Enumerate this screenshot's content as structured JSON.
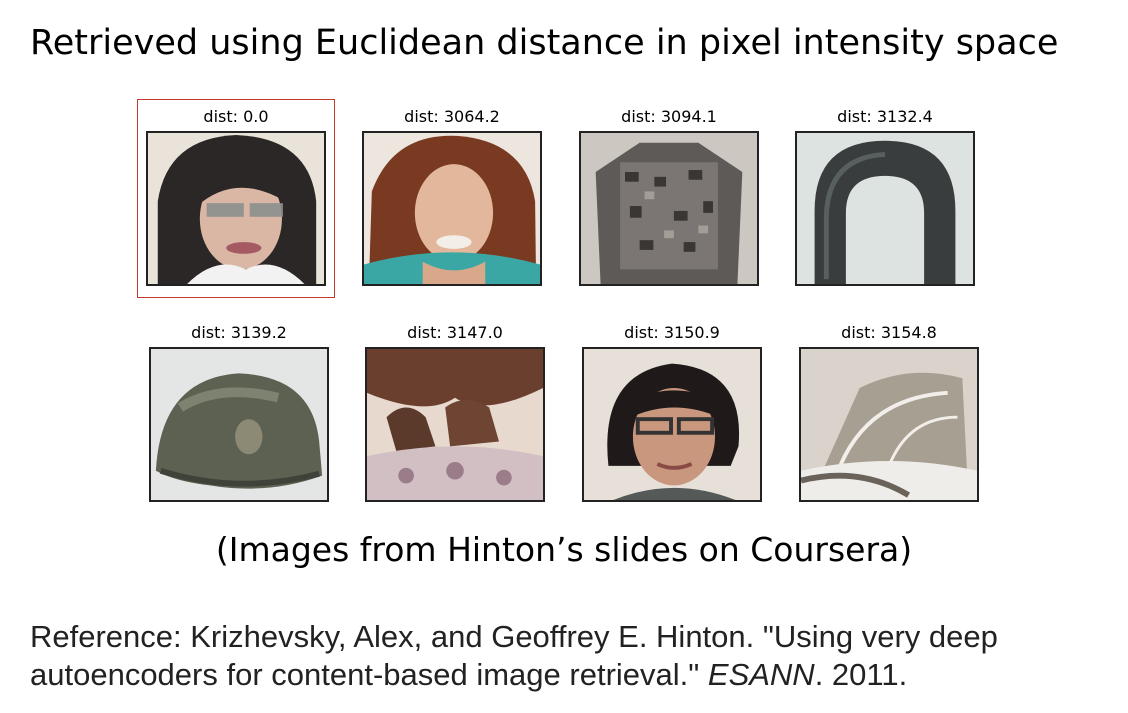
{
  "title": "Retrieved using Euclidean distance in pixel intensity space",
  "results": [
    {
      "dist": "dist: 0.0",
      "image": "face-with-glasses-dark-hair",
      "query": true
    },
    {
      "dist": "dist: 3064.2",
      "image": "face-curly-brown-hair",
      "query": false
    },
    {
      "dist": "dist: 3094.1",
      "image": "gray-jacket",
      "query": false
    },
    {
      "dist": "dist: 3132.4",
      "image": "horseshoe",
      "query": false
    },
    {
      "dist": "dist: 3139.2",
      "image": "helmet",
      "query": false
    },
    {
      "dist": "dist: 3147.0",
      "image": "hands-fabric",
      "query": false
    },
    {
      "dist": "dist: 3150.9",
      "image": "face-with-glasses-short-hair",
      "query": false
    },
    {
      "dist": "dist: 3154.8",
      "image": "car-window",
      "query": false
    }
  ],
  "caption": "(Images from Hinton’s slides on Coursera)",
  "reference": {
    "prefix": "Reference: Krizhevsky, Alex, and Geoffrey E. Hinton. \"Using very deep autoencoders for content-based image retrieval.\" ",
    "venue": "ESANN",
    "suffix": ". 2011."
  },
  "colors": {
    "query_border": "#c0392b",
    "thumb_border": "#222222"
  }
}
